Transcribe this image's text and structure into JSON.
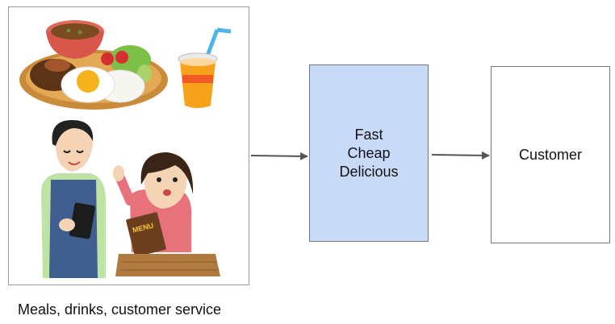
{
  "illustration": {
    "caption": "Meals, drinks, customer service",
    "menu_text": "MENU",
    "icons": [
      "meal-plate-icon",
      "drink-cup-icon",
      "waiter-icon",
      "customer-woman-icon"
    ]
  },
  "value_box": {
    "lines": [
      "Fast",
      "Cheap",
      "Delicious"
    ],
    "fill": "#c9daf8"
  },
  "customer_box": {
    "label": "Customer"
  },
  "arrows": [
    "illustration-to-value-arrow",
    "value-to-customer-arrow"
  ]
}
